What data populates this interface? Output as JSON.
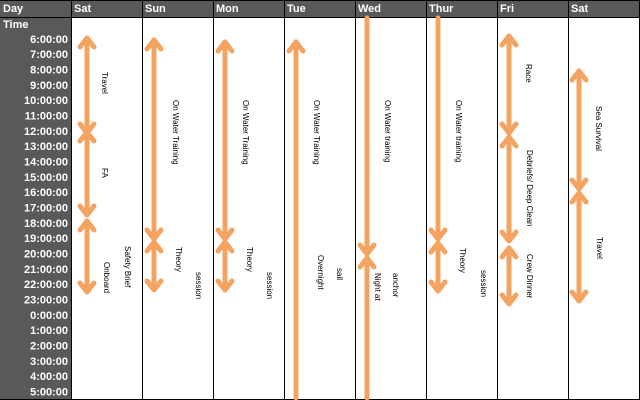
{
  "header": {
    "corner_top": "Day",
    "corner_bottom": "Time",
    "days": [
      "Sat",
      "Sun",
      "Mon",
      "Tue",
      "Wed",
      "Thur",
      "Fri",
      "Sat"
    ]
  },
  "times": [
    "6:00:00",
    "7:00:00",
    "8:00:00",
    "9:00:00",
    "10:00:00",
    "11:00:00",
    "12:00:00",
    "13:00:00",
    "14:00:00",
    "15:00:00",
    "16:00:00",
    "17:00:00",
    "18:00:00",
    "19:00:00",
    "20:00:00",
    "21:00:00",
    "22:00:00",
    "23:00:00",
    "0:00:00",
    "1:00:00",
    "2:00:00",
    "3:00:00",
    "4:00:00",
    "5:00:00"
  ],
  "colors": {
    "header_bg": "#595959",
    "header_text": "#ffffff",
    "arrow": "#F4A460",
    "grid": "#000000"
  },
  "activities": [
    {
      "day": 0,
      "labels": [
        "Travel"
      ]
    },
    {
      "day": 0,
      "labels": [
        "FA"
      ]
    },
    {
      "day": 0,
      "labels": [
        "Onboard",
        "Safety Brief"
      ]
    },
    {
      "day": 1,
      "labels": [
        "On Water Training"
      ]
    },
    {
      "day": 1,
      "labels": [
        "Theory",
        "session"
      ]
    },
    {
      "day": 2,
      "labels": [
        "On Water Training"
      ]
    },
    {
      "day": 2,
      "labels": [
        "Theory",
        "session"
      ]
    },
    {
      "day": 3,
      "labels": [
        "On Water Training"
      ]
    },
    {
      "day": 3,
      "labels": [
        "Overnight",
        "sail"
      ]
    },
    {
      "day": 4,
      "labels": [
        "On Water training"
      ]
    },
    {
      "day": 4,
      "labels": [
        "Night at",
        "anchor"
      ]
    },
    {
      "day": 5,
      "labels": [
        "On Water training"
      ]
    },
    {
      "day": 5,
      "labels": [
        "Theory",
        "session"
      ]
    },
    {
      "day": 6,
      "labels": [
        "Race"
      ]
    },
    {
      "day": 6,
      "labels": [
        "Debriefs/ Deep Clean"
      ]
    },
    {
      "day": 6,
      "labels": [
        "Crew Dinner"
      ]
    },
    {
      "day": 7,
      "labels": [
        "Sea Survival"
      ]
    },
    {
      "day": 7,
      "labels": [
        "Travel"
      ]
    }
  ]
}
